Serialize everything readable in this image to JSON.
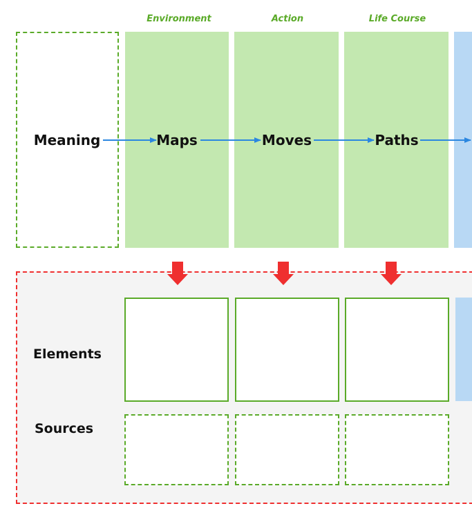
{
  "columns": [
    {
      "heading": "Environment",
      "node": "Maps"
    },
    {
      "heading": "Action",
      "node": "Moves"
    },
    {
      "heading": "Life Course",
      "node": "Paths"
    }
  ],
  "start_node": "Meaning",
  "rows": {
    "elements": "Elements",
    "sources": "Sources"
  },
  "colors": {
    "green_fill": "#c3e8b0",
    "green_stroke": "#5aaa28",
    "blue_fill": "#b8d8f4",
    "arrow_blue": "#2b87e0",
    "red": "#ef2f2f",
    "region_fill": "#f4f4f4"
  }
}
